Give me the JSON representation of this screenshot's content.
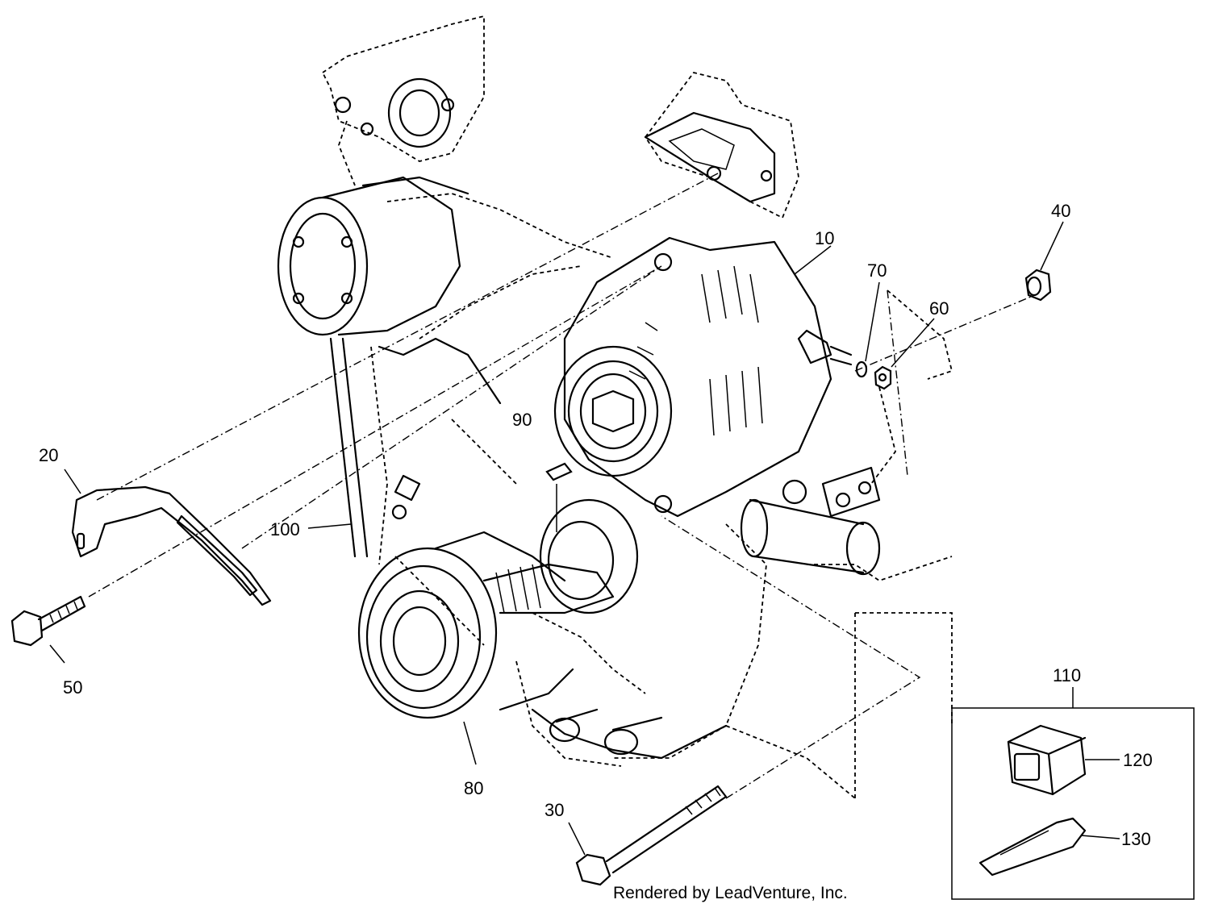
{
  "callouts": [
    {
      "id": "10",
      "label": "10"
    },
    {
      "id": "20",
      "label": "20"
    },
    {
      "id": "30",
      "label": "30"
    },
    {
      "id": "40",
      "label": "40"
    },
    {
      "id": "50",
      "label": "50"
    },
    {
      "id": "60",
      "label": "60"
    },
    {
      "id": "70",
      "label": "70"
    },
    {
      "id": "80",
      "label": "80"
    },
    {
      "id": "90",
      "label": "90"
    },
    {
      "id": "100",
      "label": "100"
    },
    {
      "id": "110",
      "label": "110"
    },
    {
      "id": "120",
      "label": "120"
    },
    {
      "id": "130",
      "label": "130"
    }
  ],
  "footer": {
    "credit": "Rendered by LeadVenture, Inc."
  }
}
